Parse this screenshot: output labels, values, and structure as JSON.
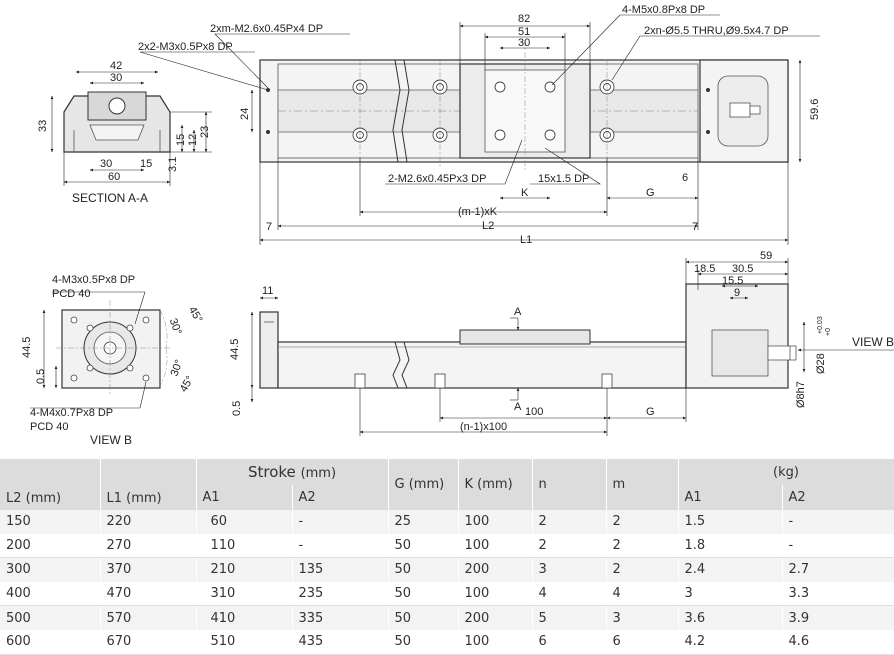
{
  "labels": {
    "xm_tap": "2xm-M2.6x0.45Px4 DP",
    "m3_holes": "2x2-M3x0.5Px8 DP",
    "m5_holes": "4-M5x0.8Px8 DP",
    "thru_holes": "2xn-Ø5.5 THRU,Ø9.5x4.7 DP",
    "m26_tap": "2-M2.6x0.45Px3 DP",
    "slot": "15x1.5 DP",
    "section": "SECTION A-A",
    "view_b": "VIEW B",
    "view_b_arrow": "VIEW B",
    "m3_pcd": "4-M3x0.5Px8 DP",
    "pcd1": "PCD 40",
    "m4_pcd": "4-M4x0.7Px8 DP",
    "pcd2": "PCD 40",
    "section_mark_a": "A",
    "section_mark_a2": "A"
  },
  "dims": {
    "d82": "82",
    "d51": "51",
    "d30_top": "30",
    "d24": "24",
    "d59_6": "59.6",
    "d7_left": "7",
    "d7_right": "7",
    "d6": "6",
    "L1": "L1",
    "L2": "L2",
    "G_top": "G",
    "K": "K",
    "m1xK": "(m-1)xK",
    "s42": "42",
    "s30_top": "30",
    "s33": "33",
    "s15_r": "15",
    "s12": "12",
    "s23": "23",
    "s30_bot": "30",
    "s15_bot": "15",
    "s60": "60",
    "s3_1": "3.1",
    "d11": "11",
    "d44_5_front": "44.5",
    "d0_5_front": "0.5",
    "d100": "100",
    "G_bot": "G",
    "n1x100": "(n-1)x100",
    "d59": "59",
    "d18_5": "18.5",
    "d30_5": "30.5",
    "d15_5": "15.5",
    "d9": "9",
    "d28": "Ø28",
    "d28_tol_up": "+0.03",
    "d28_tol_dn": "+0",
    "d8h7": "Ø8h7",
    "vb44_5": "44.5",
    "vb0_5": "0.5",
    "ang45a": "45°",
    "ang30a": "30°",
    "ang30b": "30°",
    "ang45b": "45°"
  },
  "table": {
    "header": {
      "l2": "L2 (mm)",
      "l1": "L1 (mm)",
      "stroke": "Stroke",
      "stroke_unit": "(mm)",
      "g": "G (mm)",
      "k": "K (mm)",
      "n": "n",
      "m": "m",
      "weight": "(kg)",
      "a1": "A1",
      "a2": "A2",
      "wa1": "A1",
      "wa2": "A2"
    },
    "rows": [
      {
        "l2": "150",
        "l1": "220",
        "a1": "60",
        "a2": "-",
        "g": "25",
        "k": "100",
        "n": "2",
        "m": "2",
        "w1": "1.5",
        "w2": "-"
      },
      {
        "l2": "200",
        "l1": "270",
        "a1": "110",
        "a2": "-",
        "g": "50",
        "k": "100",
        "n": "2",
        "m": "2",
        "w1": "1.8",
        "w2": "-"
      },
      {
        "l2": "300",
        "l1": "370",
        "a1": "210",
        "a2": "135",
        "g": "50",
        "k": "200",
        "n": "3",
        "m": "2",
        "w1": "2.4",
        "w2": "2.7"
      },
      {
        "l2": "400",
        "l1": "470",
        "a1": "310",
        "a2": "235",
        "g": "50",
        "k": "100",
        "n": "4",
        "m": "4",
        "w1": "3",
        "w2": "3.3"
      },
      {
        "l2": "500",
        "l1": "570",
        "a1": "410",
        "a2": "335",
        "g": "50",
        "k": "200",
        "n": "5",
        "m": "3",
        "w1": "3.6",
        "w2": "3.9"
      },
      {
        "l2": "600",
        "l1": "670",
        "a1": "510",
        "a2": "435",
        "g": "50",
        "k": "100",
        "n": "6",
        "m": "6",
        "w1": "4.2",
        "w2": "4.6"
      }
    ]
  }
}
